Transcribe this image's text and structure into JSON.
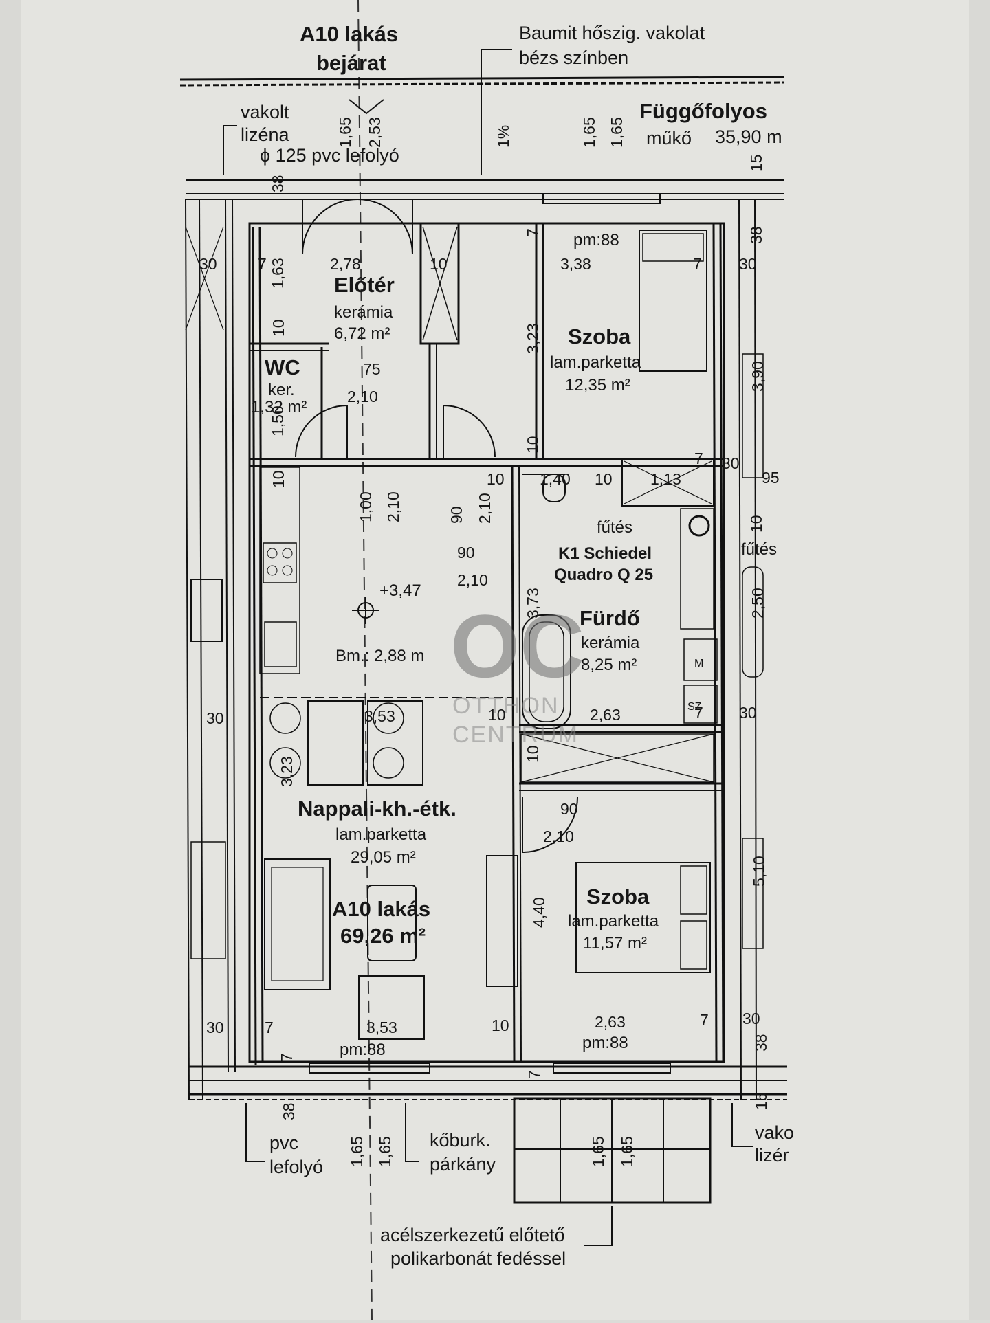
{
  "header": {
    "entrance_line1": "A10 lakás",
    "entrance_line2": "bejárat",
    "plaster_line1": "Baumit hőszig. vakolat",
    "plaster_line2": "bézs színben",
    "gallery_line1": "Függőfolyos",
    "gallery_line2_a": "műkő",
    "gallery_line2_b": "35,90 m",
    "left_note_1": "vakolt",
    "left_note_2": "lizéna",
    "left_note_3": "ϕ 125 pvc lefolyó"
  },
  "rooms": {
    "eloter": {
      "name": "Előtér",
      "floor": "kerámia",
      "area": "6,72 m²"
    },
    "wc": {
      "name": "WC",
      "floor": "ker.",
      "area": "1,32 m²"
    },
    "szoba1": {
      "name": "Szoba",
      "floor": "lam.parketta",
      "area": "12,35 m²"
    },
    "furdo": {
      "name": "Fürdő",
      "floor": "kerámia",
      "area": "8,25 m²"
    },
    "nappali": {
      "name": "Nappali-kh.-étk.",
      "floor": "lam.parketta",
      "area": "29,05 m²"
    },
    "szoba2": {
      "name": "Szoba",
      "floor": "lam.parketta",
      "area": "11,57 m²"
    }
  },
  "apartment": {
    "name": "A10 lakás",
    "area": "69,26 m²"
  },
  "notes": {
    "level": "+3,47",
    "height": "Bm.: 2,88 m",
    "chimney_1": "K1 Schiedel",
    "chimney_2": "Quadro Q 25",
    "heating": "fűtés",
    "heating2": "fűtés",
    "pm_top": "pm:88",
    "pm_bl": "pm:88",
    "pm_br": "pm:88",
    "washer": "M",
    "dryer": "SZ",
    "slope": "1%",
    "pvc": "pvc",
    "pvc2": "lefolyó",
    "stone1": "kőburk.",
    "stone2": "párkány",
    "canopy1": "acélszerkezetű előtető",
    "canopy2": "polikarbonát fedéssel",
    "right_note_1": "vako",
    "right_note_2": "lizér"
  },
  "watermark": {
    "logo": "OC",
    "line1": "OTTHON",
    "line2": "CENTRUM"
  },
  "dimensions": {
    "d_278": "2,78",
    "d_338": "3,38",
    "d_163": "1,63",
    "d_323": "3,23",
    "d_75": "75",
    "d_210a": "2,10",
    "d_150": "1,50",
    "d_100": "1,00",
    "d_210b": "2,10",
    "d_90a": "90",
    "d_210c": "2,10",
    "d_140": "1,40",
    "d_113": "1,13",
    "d_95": "95",
    "d_90b": "90",
    "d_210d": "2,10",
    "d_373": "3,73",
    "d_263a": "2,63",
    "d_353a": "3,53",
    "d_323b": "3,23",
    "d_90c": "90",
    "d_210e": "2,10",
    "d_440": "4,40",
    "d_353b": "3,53",
    "d_263b": "2,63",
    "d_390": "3,90",
    "d_250": "2,50",
    "d_510": "5,10",
    "d_165a": "1,65",
    "d_253": "2,53",
    "d_165b": "1,65",
    "d_165c": "1,65",
    "d_165d": "1,65",
    "d_165e": "1,65",
    "d_165f": "1,65",
    "d_165g": "1,65",
    "d_38a": "38",
    "d_38b": "38",
    "d_38c": "38",
    "d_38d": "38",
    "d_15a": "15",
    "d_15b": "15",
    "d_30a": "30",
    "d_30b": "30",
    "d_30c": "30",
    "d_30d": "30",
    "d_30e": "30",
    "d_30f": "30",
    "d_30g": "30",
    "d_10a": "10",
    "d_10b": "10",
    "d_10c": "10",
    "d_10d": "10",
    "d_10e": "10",
    "d_10f": "10",
    "d_10g": "10",
    "d_10h": "10",
    "d_10i": "10",
    "d_10j": "10",
    "d_7a": "7",
    "d_7b": "7",
    "d_7c": "7",
    "d_7d": "7",
    "d_7e": "7",
    "d_7f": "7",
    "d_7g": "7",
    "d_7h": "7",
    "d_7i": "7"
  }
}
